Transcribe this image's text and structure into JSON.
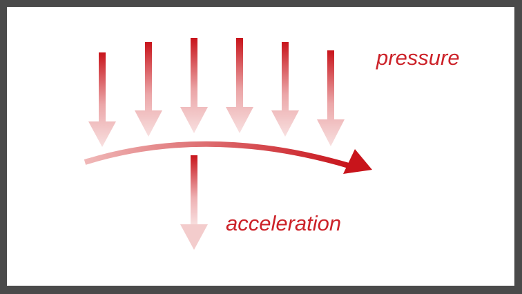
{
  "labels": {
    "pressure": "pressure",
    "acceleration": "acceleration"
  },
  "colors": {
    "arrow": "#c8141b",
    "arrow_light": "#f6dada",
    "frame": "#4a4a4a"
  },
  "pressure_arrow_count": 6
}
